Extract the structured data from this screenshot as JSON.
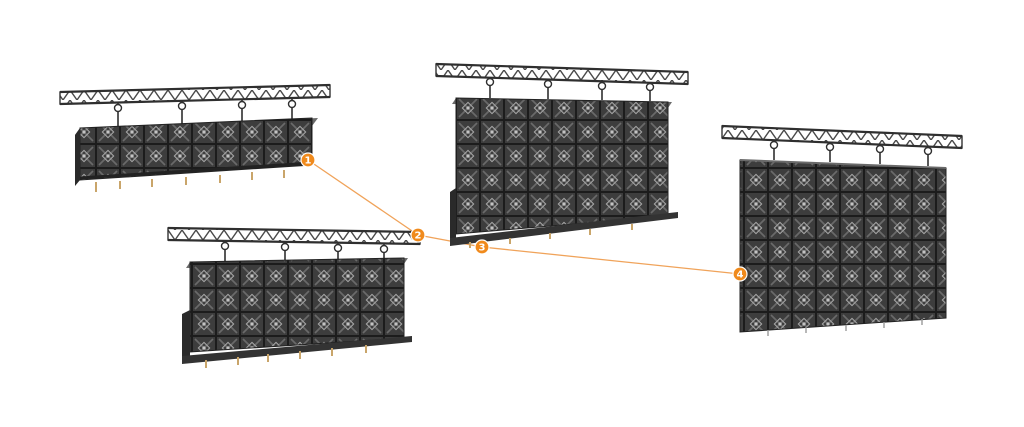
{
  "colors": {
    "background": "#ffffff",
    "truss": "#3a3a3a",
    "panel_dark": "#3b3b3b",
    "panel_mid": "#5a5a5a",
    "panel_light": "#9a9a9a",
    "connector": "#f0a35a",
    "badge_fill": "#f08a1c",
    "badge_text": "#ffffff",
    "feet": "#c9a56a"
  },
  "steps": [
    {
      "label": "1",
      "icon": "stage-1-truss-lift-icon"
    },
    {
      "label": "2",
      "icon": "stage-2-partial-assembly-icon"
    },
    {
      "label": "3",
      "icon": "stage-3-full-height-icon"
    },
    {
      "label": "4",
      "icon": "stage-4-suspended-wall-icon"
    }
  ]
}
